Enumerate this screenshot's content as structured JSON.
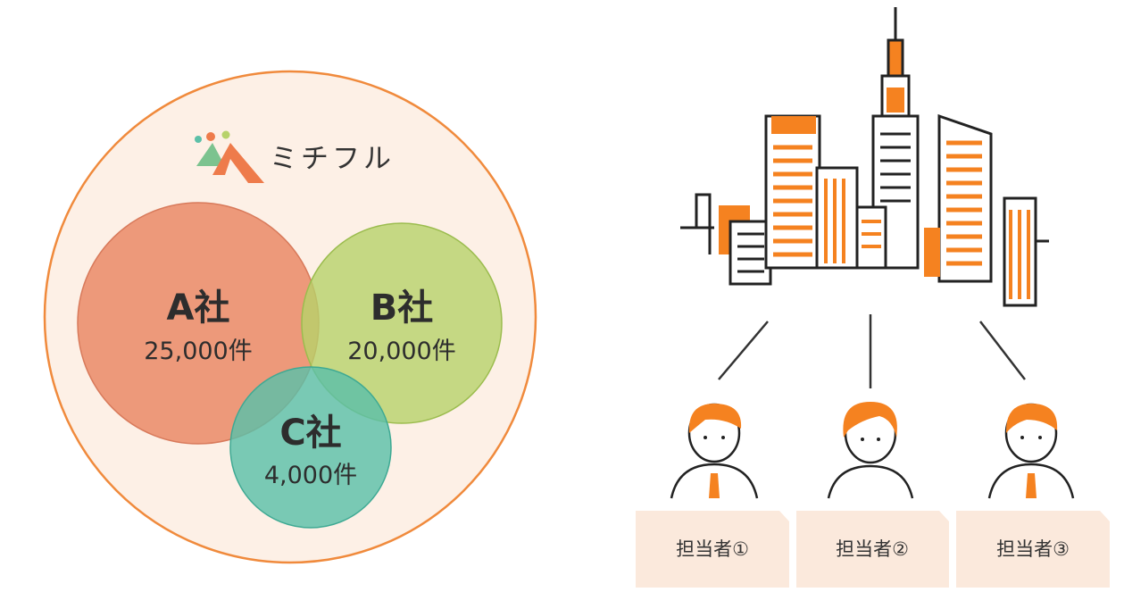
{
  "brand": {
    "name": "ミチフル",
    "logo_icon": "michiful-logo-icon"
  },
  "colors": {
    "outer_fill": "#fdf0e6",
    "outer_stroke": "#f08a3c",
    "company_a": "#ea8966",
    "company_b": "#b7d26a",
    "company_c": "#5cc0a8",
    "accent_orange": "#f58220",
    "card_fill": "#fbe9dc",
    "line": "#333333"
  },
  "companies": [
    {
      "id": "a",
      "name": "A社",
      "count": "25,000件"
    },
    {
      "id": "b",
      "name": "B社",
      "count": "20,000件"
    },
    {
      "id": "c",
      "name": "C社",
      "count": "4,000件"
    }
  ],
  "building": {
    "icon": "city-buildings-icon"
  },
  "contacts": [
    {
      "label": "担当者①",
      "icon": "person-male-icon"
    },
    {
      "label": "担当者②",
      "icon": "person-female-icon"
    },
    {
      "label": "担当者③",
      "icon": "person-suit-icon"
    }
  ]
}
